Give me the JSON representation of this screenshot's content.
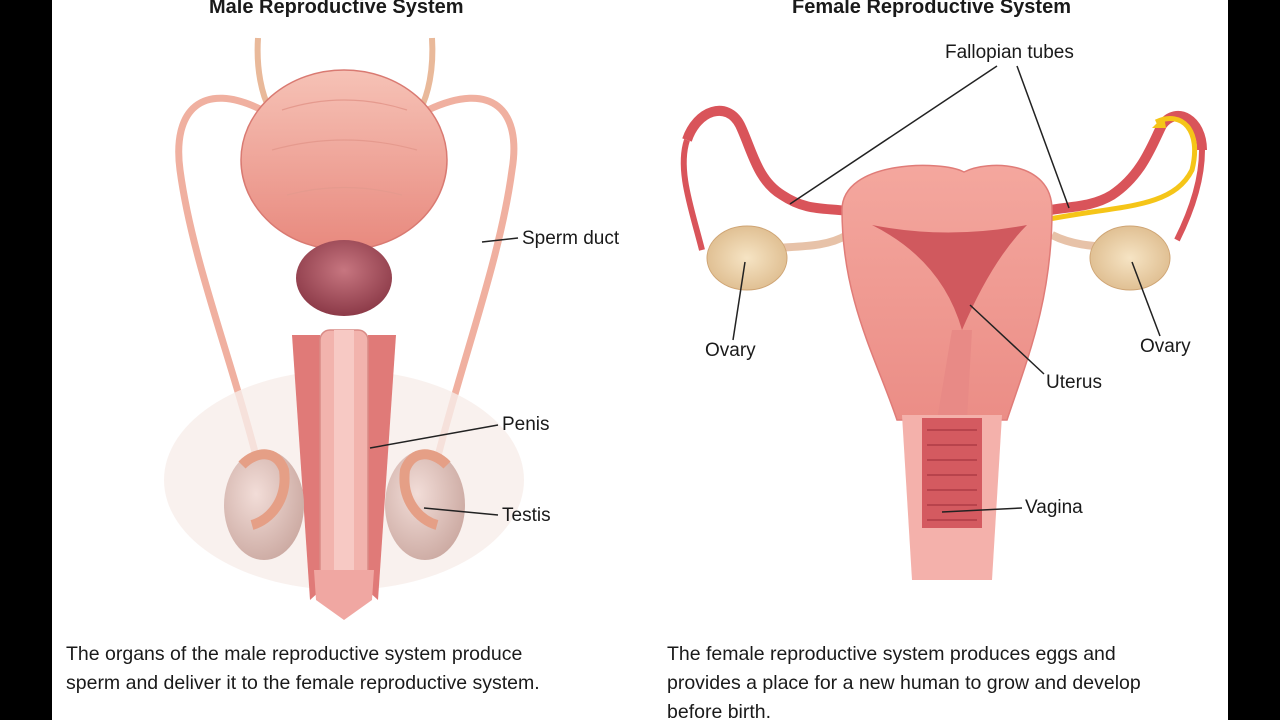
{
  "male": {
    "title": "Male Reproductive System",
    "labels": {
      "sperm_duct": "Sperm duct",
      "penis": "Penis",
      "testis": "Testis"
    },
    "caption_line1": "The organs of the male reproductive system produce",
    "caption_line2": "sperm and deliver it to the female reproductive system."
  },
  "female": {
    "title": "Female Reproductive System",
    "labels": {
      "fallopian_tubes": "Fallopian tubes",
      "ovary_left": "Ovary",
      "ovary_right": "Ovary",
      "uterus": "Uterus",
      "vagina": "Vagina"
    },
    "caption_line1": "The female reproductive system produces eggs and",
    "caption_line2": "provides a place for a new human to grow and develop",
    "caption_line3": "before birth."
  },
  "colors": {
    "background": "#ffffff",
    "side_bars": "#000000",
    "tissue": "#f0a098",
    "tissue_dark": "#c85a5a",
    "ovary": "#f0d8b0",
    "arrow": "#f5c518"
  }
}
